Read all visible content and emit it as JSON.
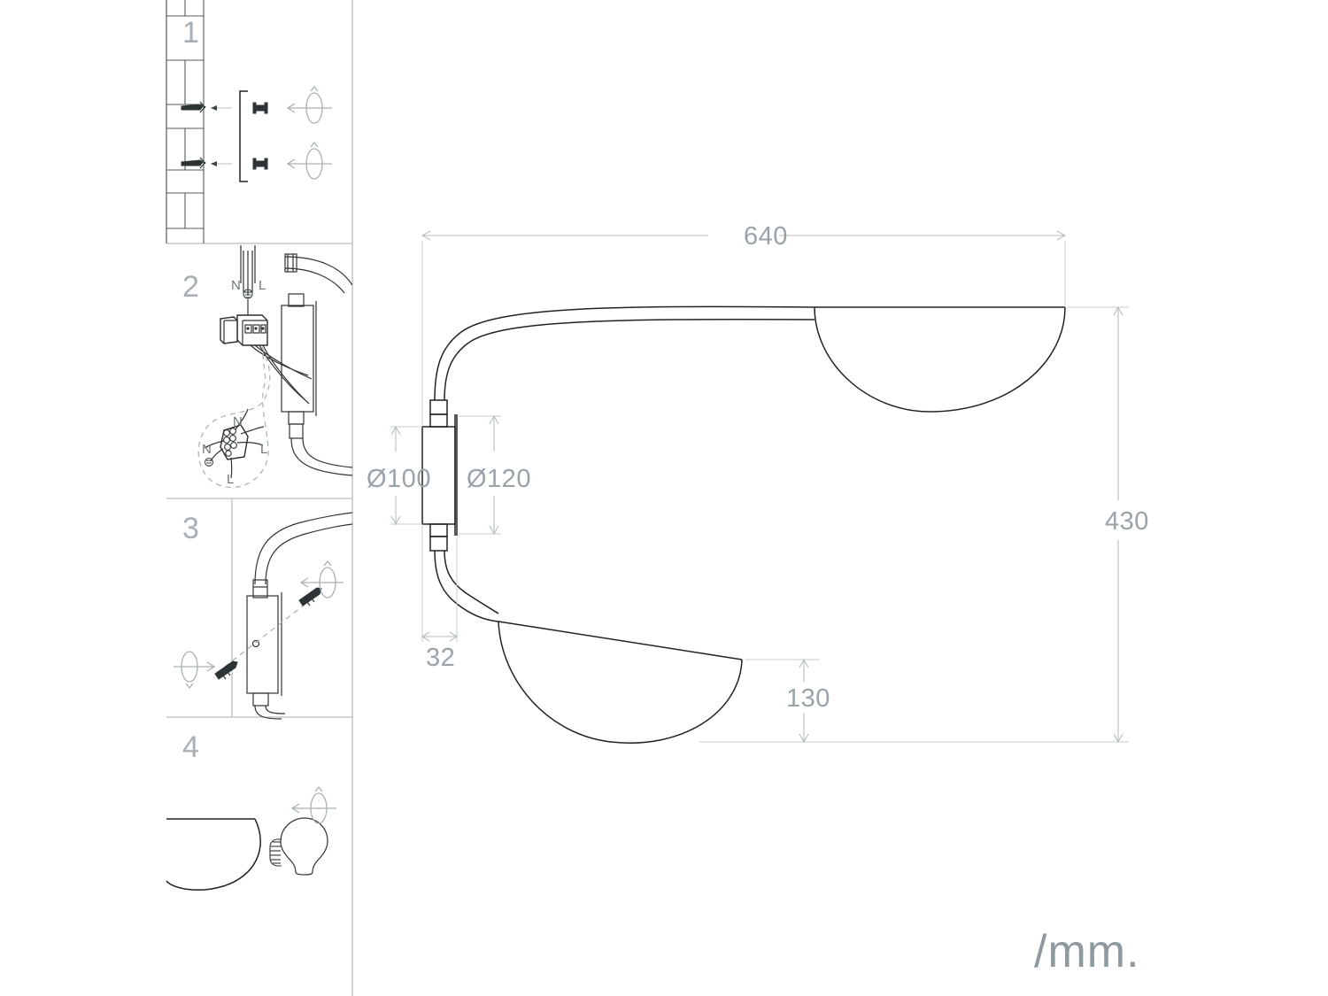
{
  "document": {
    "type": "installation-dimension-drawing",
    "units_note": "/mm.",
    "product": "wall lamp with two half-dome shades on curved arm"
  },
  "steps": [
    {
      "number": "1",
      "name": "insert-wall-anchors",
      "icons": [
        "rotate-icon",
        "rotate-icon"
      ]
    },
    {
      "number": "2",
      "name": "wire-connection",
      "icons": []
    },
    {
      "number": "3",
      "name": "fix-body-with-screws",
      "icons": [
        "rotate-icon",
        "rotate-icon"
      ]
    },
    {
      "number": "4",
      "name": "install-bulb",
      "icons": [
        "rotate-icon"
      ]
    }
  ],
  "wiring": {
    "top_labels": {
      "neutral": "N",
      "live": "L"
    },
    "detail_labels": {
      "neutral_upper": "N",
      "live_right": "L",
      "neutral_left": "N",
      "live_lower": "L"
    }
  },
  "dimensions": {
    "width_overall": {
      "label": "640",
      "name": "overall-width"
    },
    "height_overall": {
      "label": "430",
      "name": "overall-height"
    },
    "shade_drop": {
      "label": "130",
      "name": "lower-shade-drop"
    },
    "plate_depth": {
      "label": "32",
      "name": "wall-plate-depth"
    },
    "body_diameter": {
      "label": "Ø100",
      "name": "body-diameter"
    },
    "plate_diameter": {
      "label": "Ø120",
      "name": "wall-plate-diameter"
    }
  },
  "colors": {
    "dimension_text": "#9aa4a8",
    "step_number": "#a8b0b3",
    "outline": "#222222",
    "divider": "#b9bebf",
    "units": "#8e9a9e"
  }
}
